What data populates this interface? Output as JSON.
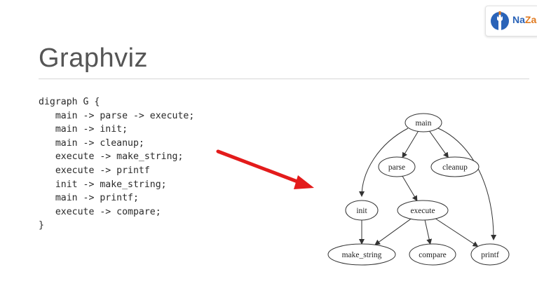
{
  "slide": {
    "title": "Graphviz",
    "logo_text_part1": "Na",
    "logo_text_part2": "Za"
  },
  "code": {
    "lines": [
      "digraph G {",
      "   main -> parse -> execute;",
      "   main -> init;",
      "   main -> cleanup;",
      "   execute -> make_string;",
      "   execute -> printf",
      "   init -> make_string;",
      "   main -> printf;",
      "   execute -> compare;",
      "}"
    ]
  },
  "graph": {
    "nodes": [
      {
        "id": "main",
        "label": "main"
      },
      {
        "id": "parse",
        "label": "parse"
      },
      {
        "id": "cleanup",
        "label": "cleanup"
      },
      {
        "id": "init",
        "label": "init"
      },
      {
        "id": "execute",
        "label": "execute"
      },
      {
        "id": "make_string",
        "label": "make_string"
      },
      {
        "id": "compare",
        "label": "compare"
      },
      {
        "id": "printf",
        "label": "printf"
      }
    ],
    "edges": [
      {
        "from": "main",
        "to": "parse"
      },
      {
        "from": "main",
        "to": "cleanup"
      },
      {
        "from": "main",
        "to": "init"
      },
      {
        "from": "main",
        "to": "printf"
      },
      {
        "from": "parse",
        "to": "execute"
      },
      {
        "from": "init",
        "to": "make_string"
      },
      {
        "from": "execute",
        "to": "make_string"
      },
      {
        "from": "execute",
        "to": "compare"
      },
      {
        "from": "execute",
        "to": "printf"
      }
    ]
  },
  "colors": {
    "title": "#555555",
    "pointer_arrow": "#e31b1b",
    "graph_stroke": "#333333",
    "logo_blue": "#2a63b8",
    "logo_orange": "#e07a1f"
  }
}
